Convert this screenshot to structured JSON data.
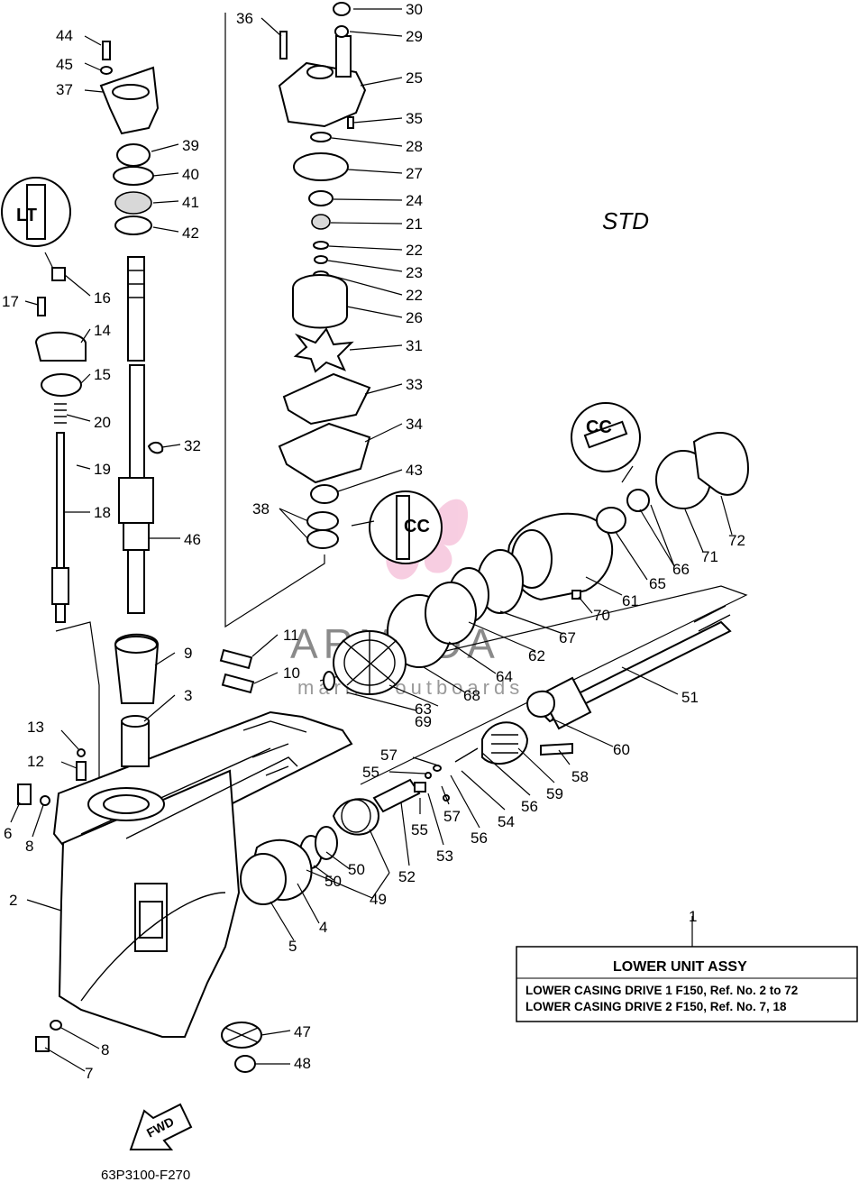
{
  "diagram_label": "STD",
  "watermark": {
    "brand": "ARMADA",
    "tagline": "marine outboards"
  },
  "assembly_box": {
    "ref_number": "1",
    "title": "LOWER UNIT ASSY",
    "lines": [
      "LOWER CASING DRIVE 1 F150, Ref. No. 2 to 72",
      "LOWER CASING DRIVE 2 F150, Ref. No. 7, 18"
    ]
  },
  "direction_marker": "FWD",
  "sealant_marks": [
    "LT",
    "CC"
  ],
  "diagram_code": "63P3100-F270",
  "callouts": [
    "2",
    "3",
    "4",
    "5",
    "6",
    "7",
    "8",
    "9",
    "10",
    "11",
    "12",
    "13",
    "14",
    "15",
    "16",
    "17",
    "18",
    "19",
    "20",
    "21",
    "22",
    "23",
    "24",
    "25",
    "26",
    "27",
    "28",
    "29",
    "30",
    "31",
    "32",
    "33",
    "34",
    "35",
    "36",
    "37",
    "38",
    "39",
    "40",
    "41",
    "42",
    "43",
    "44",
    "45",
    "46",
    "47",
    "48",
    "49",
    "50",
    "51",
    "52",
    "53",
    "54",
    "55",
    "56",
    "57",
    "58",
    "59",
    "60",
    "61",
    "62",
    "63",
    "64",
    "65",
    "66",
    "67",
    "68",
    "69",
    "70",
    "71",
    "72"
  ]
}
